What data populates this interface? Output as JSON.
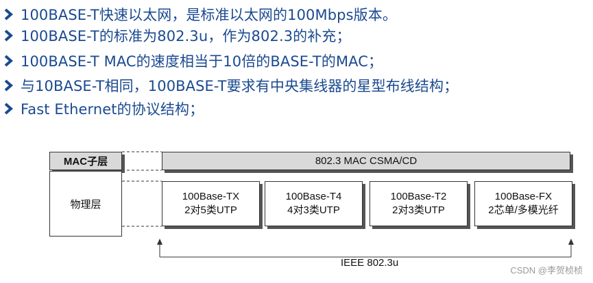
{
  "bullets": [
    "100BASE-T快速以太网，是标准以太网的100Mbps版本。",
    "100BASE-T的标准为802.3u，作为802.3的补充；",
    "100BASE-T MAC的速度相当于10倍的BASE-T的MAC；",
    "与10BASE-T相同，100BASE-T要求有中央集线器的星型布线结构；",
    "Fast Ethernet的协议结构；"
  ],
  "diagram": {
    "mac_layer_label": "MAC子层",
    "physical_layer_label": "物理层",
    "mac_protocol": "802.3 MAC CSMA/CD",
    "physical_options": [
      {
        "name": "100Base-TX",
        "media": "2对5类UTP"
      },
      {
        "name": "100Base-T4",
        "media": "4对3类UTP"
      },
      {
        "name": "100Base-T2",
        "media": "2对3类UTP"
      },
      {
        "name": "100Base-FX",
        "media": "2芯单/多模光纤"
      }
    ],
    "standard_label": "IEEE 802.3u"
  },
  "watermark": "CSDN @李贺桢桢",
  "colors": {
    "bullet_text": "#1a4a8f",
    "chevron": "#1a4a8f",
    "gray_fill": "#d9d9d9"
  },
  "icons": {
    "bullet": "chevron-right-icon"
  }
}
